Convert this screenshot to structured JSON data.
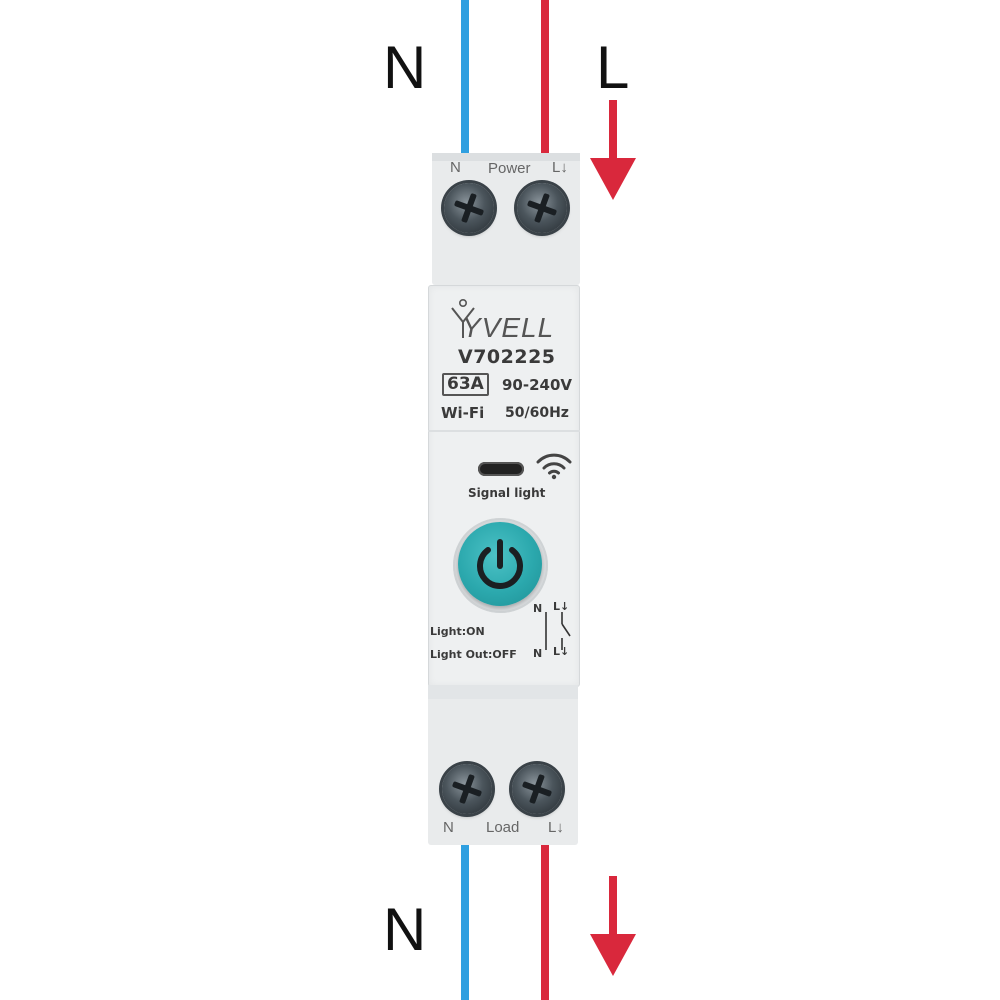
{
  "wires": {
    "top_neutral_label": "N",
    "top_live_label": "L",
    "bottom_neutral_label": "N",
    "neutral_color": "#2f9fe0",
    "live_color": "#d9283c"
  },
  "device": {
    "top_terminals": {
      "left": "N",
      "center": "Power",
      "right": "L↓"
    },
    "bottom_terminals": {
      "left": "N",
      "center": "Load",
      "right": "L↓"
    },
    "brand": "YVELL",
    "model": "V702225",
    "current": "63A",
    "voltage": "90-240V",
    "connectivity": "Wi-Fi",
    "frequency": "50/60Hz",
    "signal_label": "Signal light",
    "button_color": "#2ba8ad",
    "legend_on": "Light:ON",
    "legend_off": "Light Out:OFF",
    "schematic": {
      "top_left": "N",
      "top_right": "L↓",
      "bottom_left": "N",
      "bottom_right": "L↓"
    }
  }
}
